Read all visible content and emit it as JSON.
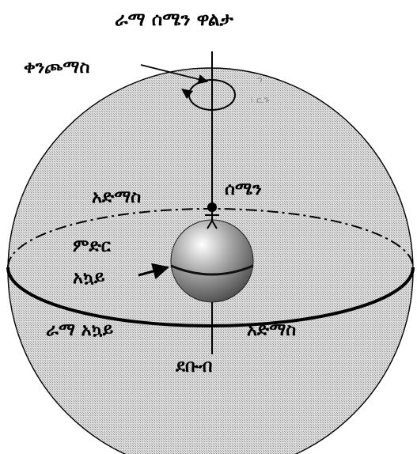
{
  "title": "ራማ ሰሜን ዋልታ",
  "labels": {
    "rotation": "ቀንጮማስ",
    "zenith": "ሰሜን",
    "horizon_left": "አድማስ",
    "horizon_right": "አድማስ",
    "earth_line1": "ምድር",
    "earth_line2": "አኳይ",
    "celestial_equator": "ራማ አኳይ",
    "south": "ደቡብ"
  },
  "faint_marks": [
    "ኀ",
    "፣ ር.ጉ"
  ],
  "colors": {
    "ink": "#000000",
    "sphere_fill": "#c4c4c4",
    "earth_highlight": "#ffffff",
    "earth_shade": "#555555"
  }
}
